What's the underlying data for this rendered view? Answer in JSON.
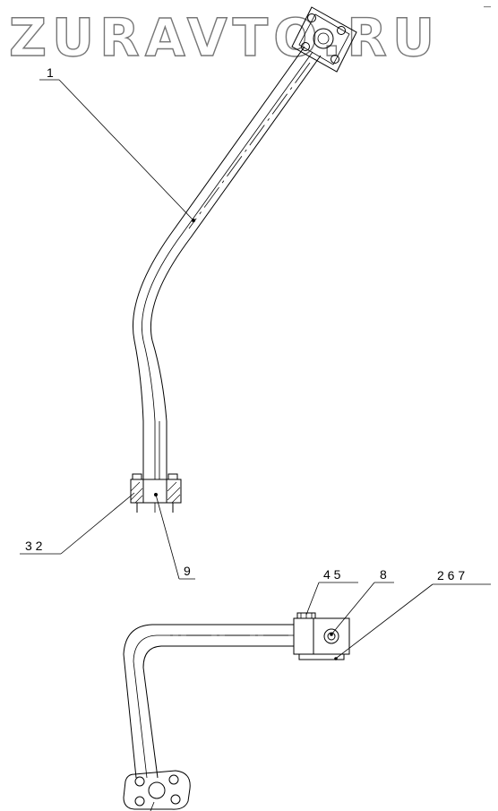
{
  "watermark": "ZURAVTO.RU",
  "corner_mark": "—",
  "callouts": {
    "c1": "1",
    "c3_2": "3  2",
    "c9": "9",
    "c4_5": "4  5",
    "c8": "8",
    "c2_6_7": "2  6  7"
  }
}
